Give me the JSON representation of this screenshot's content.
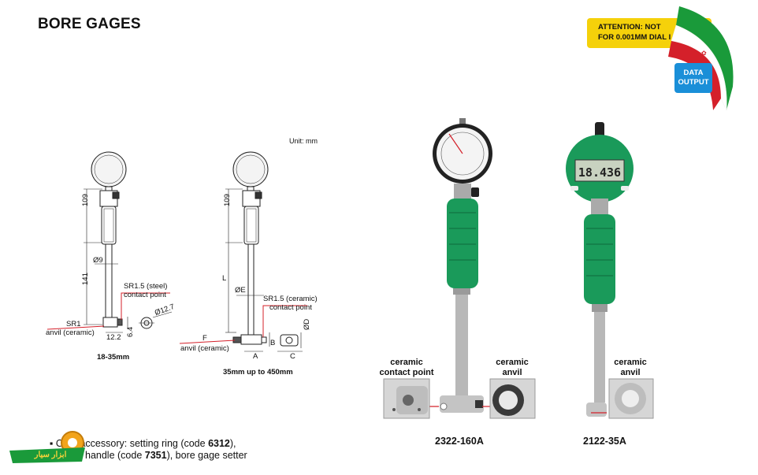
{
  "page": {
    "title": "BORE GAGES",
    "attention_line1": "ATTENTION: NOT",
    "attention_line2": "FOR 0.001MM DIAL I",
    "data_output_line1": "DATA",
    "data_output_line2": "OUTPUT",
    "unit": "Unit: mm"
  },
  "drawing1": {
    "dim_109": "109",
    "dim_141": "141",
    "dia_9": "Ø9",
    "sr15_line1": "SR1.5 (steel)",
    "sr15_line2": "contact point",
    "sr1_line1": "SR1",
    "sr1_line2": "anvil (ceramic)",
    "dim_122": "12.2",
    "dim_64": "6.4",
    "dia_127": "Ø12.7",
    "caption": "18-35mm"
  },
  "drawing2": {
    "dim_109": "109",
    "dim_L": "L",
    "dia_E": "ØE",
    "sr15_line1": "SR1.5 (ceramic)",
    "sr15_line2": "contact point",
    "f_label": "F",
    "anvil_label": "anvil (ceramic)",
    "dim_A": "A",
    "dim_B": "B",
    "dim_C": "C",
    "dia_D": "ØD",
    "caption": "35mm up to 450mm"
  },
  "products": {
    "analog": {
      "inset1_line1": "ceramic",
      "inset1_line2": "contact point",
      "inset2_line1": "ceramic",
      "inset2_line2": "anvil",
      "model": "2322-160A"
    },
    "digital": {
      "display": "18.436",
      "inset_line1": "ceramic",
      "inset_line2": "anvil",
      "model": "2122-35A"
    }
  },
  "accessory": {
    "line1_prefix": "O",
    "line1_text": "accessory: setting ring (code ",
    "line1_code": "6312",
    "line1_suffix": "),",
    "line2_text": "handle (code ",
    "line2_code": "7351",
    "line2_suffix": "), bore gage setter"
  },
  "logo": {
    "text": "ابزار سیار"
  },
  "colors": {
    "green": "#1a9a5a",
    "yellow": "#f5d10a",
    "blue": "#1a8fd8",
    "red": "#d4202a"
  }
}
